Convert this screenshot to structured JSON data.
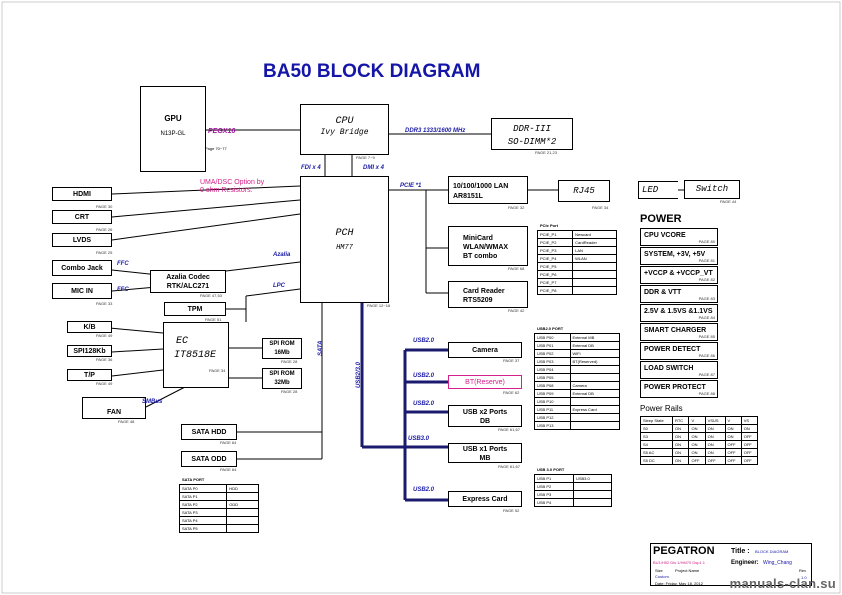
{
  "title": "BA50 BLOCK DIAGRAM",
  "gpu": {
    "name": "GPU",
    "model": "N13P-GL",
    "bus": "PEGX16",
    "page": "Page 70~77"
  },
  "notes": {
    "uma_line1": "UMA/DSC Option by",
    "uma_line2": "0 ohm Resistors."
  },
  "cpu": {
    "name": "CPU",
    "model": "Ivy Bridge",
    "page": "PAGE 7~9",
    "ddr_bus": "DDR3 1333/1600 MHz",
    "fdi": "FDI x 4",
    "dmi": "DMI x 4"
  },
  "ddr": {
    "name": "DDR-III",
    "sub": "SO-DIMM*2",
    "page": "PAGE 21,23"
  },
  "pch": {
    "name": "PCH",
    "model": "HM77",
    "page": "PAGE 12~16",
    "pcie": "PCIE *1",
    "azalia": "Azalia",
    "lpc": "LPC",
    "sata": "SATA",
    "usb_bus": "USB2/3.0"
  },
  "left": {
    "hdmi": "HDMI",
    "hdmi_page": "PAGE 30",
    "crt": "CRT",
    "crt_page": "PAGE 26",
    "lvds": "LVDS",
    "lvds_page": "PAGE 25"
  },
  "audio": {
    "combo_jack": "Combo Jack",
    "mic_in": "MIC IN",
    "mic_page": "PAGE 33",
    "ffc": "FFC",
    "codec": "Azalia Codec",
    "codec_model": "RTK/ALC271",
    "codec_page": "PAGE 47,53"
  },
  "ec": {
    "tpm": "TPM",
    "tpm_page": "PAGE 51",
    "name": "EC",
    "model": "IT8518E",
    "page": "PAGE 34",
    "kb": "K/B",
    "kb_page": "PAGE 49",
    "spi128": "SPI128Kb",
    "spi128_page": "PAGE 36",
    "tp": "T/P",
    "tp_page": "PAGE 49",
    "fan": "FAN",
    "fan_page": "PAGE 48",
    "smbus": "SMBus"
  },
  "roms": [
    {
      "name": "SPI ROM",
      "size": "16Mb",
      "page": "PAGE 28"
    },
    {
      "name": "SPI ROM",
      "size": "32Mb",
      "page": "PAGE 28"
    }
  ],
  "sata": {
    "hdd": "SATA HDD",
    "hdd_page": "PAGE 64",
    "odd": "SATA ODD",
    "odd_page": "PAGE 64"
  },
  "sata_port_table": {
    "title": "SATA PORT",
    "rows": [
      [
        "SATA P0",
        "HDD"
      ],
      [
        "SATA P1",
        ""
      ],
      [
        "SATA P2",
        "ODD"
      ],
      [
        "SATA P3",
        ""
      ],
      [
        "SATA P4",
        ""
      ],
      [
        "SATA P5",
        ""
      ]
    ]
  },
  "right": {
    "lan": "10/100/1000 LAN",
    "lan_model": "AR8151L",
    "lan_page": "PAGE 32",
    "rj45": "RJ45",
    "rj45_page": "PAGE 34",
    "led": "LED",
    "switch": "Switch",
    "switch_page": "PAGE 44",
    "minicard": "MiniCard",
    "minicard_sub": "WLAN/WMAX",
    "minicard_bt": "BT combo",
    "minicard_page": "PAGE 68",
    "card_reader": "Card Reader",
    "card_reader_model": "RTS5209",
    "card_reader_page": "PAGE 42"
  },
  "pcie_port_table": {
    "title": "PCIe Port",
    "rows": [
      [
        "PCIE_P1",
        "Newcard"
      ],
      [
        "PCIE_P2",
        "CardReader"
      ],
      [
        "PCIE_P3",
        "LAN"
      ],
      [
        "PCIE_P4",
        "WLAN"
      ],
      [
        "PCIE_P5",
        ""
      ],
      [
        "PCIE_P6",
        ""
      ],
      [
        "PCIE_P7",
        ""
      ],
      [
        "PCIE_P8",
        ""
      ]
    ]
  },
  "usb": {
    "label20": "USB2.0",
    "label30": "USB3.0",
    "devices": [
      {
        "name": "Camera",
        "sub": "",
        "page": "PAGE 37"
      },
      {
        "name": "BT(Reserve)",
        "sub": "",
        "page": "PAGE 62"
      },
      {
        "name": "USB x2 Ports",
        "sub": "DB",
        "page": "PAGE 61,67"
      },
      {
        "name": "USB x1 Ports",
        "sub": "MB",
        "page": "PAGE 61,67"
      },
      {
        "name": "Express Card",
        "sub": "",
        "page": "PAGE 52"
      }
    ]
  },
  "usb2_port_table": {
    "title": "USB2.0 PORT",
    "rows": [
      [
        "USB P00",
        "External MB"
      ],
      [
        "USB P01",
        "External DB"
      ],
      [
        "USB P02",
        "WiFi"
      ],
      [
        "USB P03",
        "BT(Reserved)"
      ],
      [
        "USB P04",
        ""
      ],
      [
        "USB P05",
        ""
      ],
      [
        "USB P08",
        "Camera"
      ],
      [
        "USB P09",
        "External DB"
      ],
      [
        "USB P10",
        ""
      ],
      [
        "USB P11",
        "Express Card"
      ],
      [
        "USB P12",
        ""
      ],
      [
        "USB P13",
        ""
      ]
    ]
  },
  "usb3_port_table": {
    "title": "USB 3.0 PORT",
    "rows": [
      [
        "USB P1",
        "USB3.0"
      ],
      [
        "USB P2",
        ""
      ],
      [
        "USB P3",
        ""
      ],
      [
        "USB P4",
        ""
      ]
    ]
  },
  "power": {
    "title": "POWER",
    "items": [
      {
        "name": "CPU VCORE",
        "page": "PAGE 80"
      },
      {
        "name": "SYSTEM, +3V, +5V",
        "page": "PAGE 81"
      },
      {
        "name": "+VCCP & +VCCP_VT",
        "page": "PAGE 82"
      },
      {
        "name": "DDR & VTT",
        "page": "PAGE 83"
      },
      {
        "name": "2.5V & 1.5VS &1.1VS",
        "page": "PAGE 84"
      },
      {
        "name": "SMART CHARGER",
        "page": "PAGE 85"
      },
      {
        "name": "POWER DETECT",
        "page": "PAGE 86"
      },
      {
        "name": "LOAD SWITCH",
        "page": "PAGE 87"
      },
      {
        "name": "POWER PROTECT",
        "page": "PAGE 88"
      }
    ]
  },
  "power_rails": {
    "title": "Power Rails",
    "header": [
      "Sleep State",
      "RTC",
      "V",
      "VSUS",
      "V",
      "VS"
    ],
    "rows": [
      [
        "S0",
        "ON",
        "ON",
        "ON",
        "ON",
        "ON"
      ],
      [
        "S3",
        "ON",
        "ON",
        "ON",
        "ON",
        "OFF"
      ],
      [
        "S4",
        "ON",
        "ON",
        "ON",
        "OFF",
        "OFF"
      ],
      [
        "S5 AC",
        "ON",
        "ON",
        "ON",
        "OFF",
        "OFF"
      ],
      [
        "S5 DC",
        "ON",
        "OFF",
        "OFF",
        "OFF",
        "OFF"
      ]
    ]
  },
  "title_block": {
    "company": "PEGATRON",
    "title_label": "Title :",
    "title_value": "BLOCK DIAGRAM",
    "model": "BU1/H52 Dis 1/HM70 Dsp1.1",
    "engineer_label": "Engineer:",
    "engineer": "Wing_Chang",
    "size_label": "Size",
    "size": "Custom",
    "project_label": "Project Name",
    "rev_label": "Rev",
    "rev": "1.0",
    "date": "Date: Friday, May 18, 2012"
  },
  "watermark": "manuals-clan.su"
}
